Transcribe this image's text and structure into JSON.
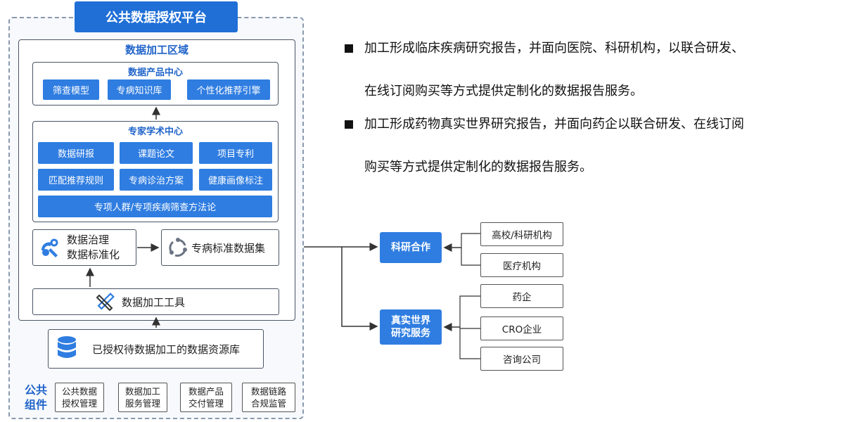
{
  "platform": {
    "title": "公共数据授权平台",
    "processing_zone": {
      "title": "数据加工区域",
      "product_center": {
        "title": "数据产品中心",
        "items": [
          "筛查模型",
          "专病知识库",
          "个性化推荐引擎"
        ]
      },
      "expert_center": {
        "title": "专家学术中心",
        "items": [
          "数据研报",
          "课题论文",
          "项目专利",
          "匹配推荐规则",
          "专病诊治方案",
          "健康画像标注",
          "专项人群/专项疾病筛查方法论"
        ]
      },
      "governance": {
        "line1": "数据治理",
        "line2": "数据标准化"
      },
      "standard_dataset": "专病标准数据集",
      "tools": "数据加工工具"
    },
    "resource_db": "已授权待数据加工的数据资源库",
    "public_components": {
      "title_line1": "公共",
      "title_line2": "组件",
      "items": [
        {
          "line1": "公共数据",
          "line2": "授权管理"
        },
        {
          "line1": "数据加工",
          "line2": "服务管理"
        },
        {
          "line1": "数据产品",
          "line2": "交付管理"
        },
        {
          "line1": "数据链路",
          "line2": "合规监管"
        }
      ]
    }
  },
  "outputs": {
    "research": {
      "label": "科研合作",
      "targets": [
        "高校/科研机构",
        "医疗机构"
      ]
    },
    "rwe": {
      "label_line1": "真实世界",
      "label_line2": "研究服务",
      "targets": [
        "药企",
        "CRO企业",
        "咨询公司"
      ]
    }
  },
  "bullets": [
    {
      "line1": "加工形成临床疾病研究报告，并面向医院、科研机构，以联合研发、",
      "line2": "在线订阅购买等方式提供定制化的数据报告服务。"
    },
    {
      "line1": "加工形成药物真实世界研究报告，并面向药企以联合研发、在线订阅",
      "line2": "购买等方式提供定制化的数据报告服务。"
    }
  ],
  "colors": {
    "primary_blue": "#2f7de1",
    "title_blue": "#1f63c9",
    "border_gray": "#4a5566"
  }
}
